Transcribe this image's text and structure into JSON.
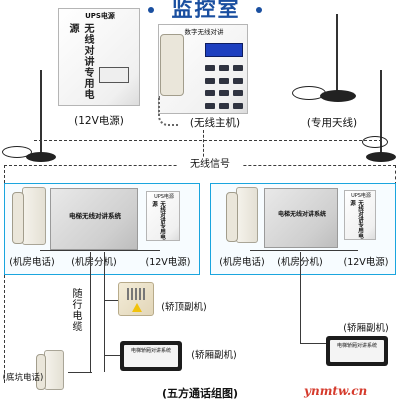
{
  "title": "监控室",
  "top": {
    "ups": {
      "label": "(12V电源)",
      "top_text": "UPS电源",
      "vertical_text": "无线对讲专用电源"
    },
    "host": {
      "label": "(无线主机)",
      "panel_text": "数字无线对讲"
    },
    "antenna": {
      "label": "(专用天线)"
    }
  },
  "signal_label": "无线信号",
  "left_panel": {
    "phone_label": "(机房电话)",
    "unit_label": "(机房分机)",
    "unit_text": "电梯无线对讲系统",
    "power_label": "(12V电源)",
    "power_vertical_text": "无线对讲专用电源",
    "power_top_text": "UPS电源"
  },
  "right_panel": {
    "phone_label": "(机房电话)",
    "unit_label": "(机房分机)",
    "unit_text": "电梯无线对讲系统",
    "power_label": "(12V电源)",
    "power_vertical_text": "无线对讲专用电源",
    "power_top_text": "UPS电源"
  },
  "left_lower": {
    "cable_label": "随行电缆",
    "top_unit_label": "(轿顶副机)",
    "car_unit_label": "(轿厢副机)",
    "car_unit_text": "电梯轿厢对讲系统",
    "bottom_phone_label": "(底坑电话)"
  },
  "right_lower": {
    "car_unit_label": "(轿厢副机)",
    "car_unit_text": "电梯轿厢对讲系统"
  },
  "bottom_caption": "(五方通话组图)",
  "watermark": "ynmtw.cn"
}
